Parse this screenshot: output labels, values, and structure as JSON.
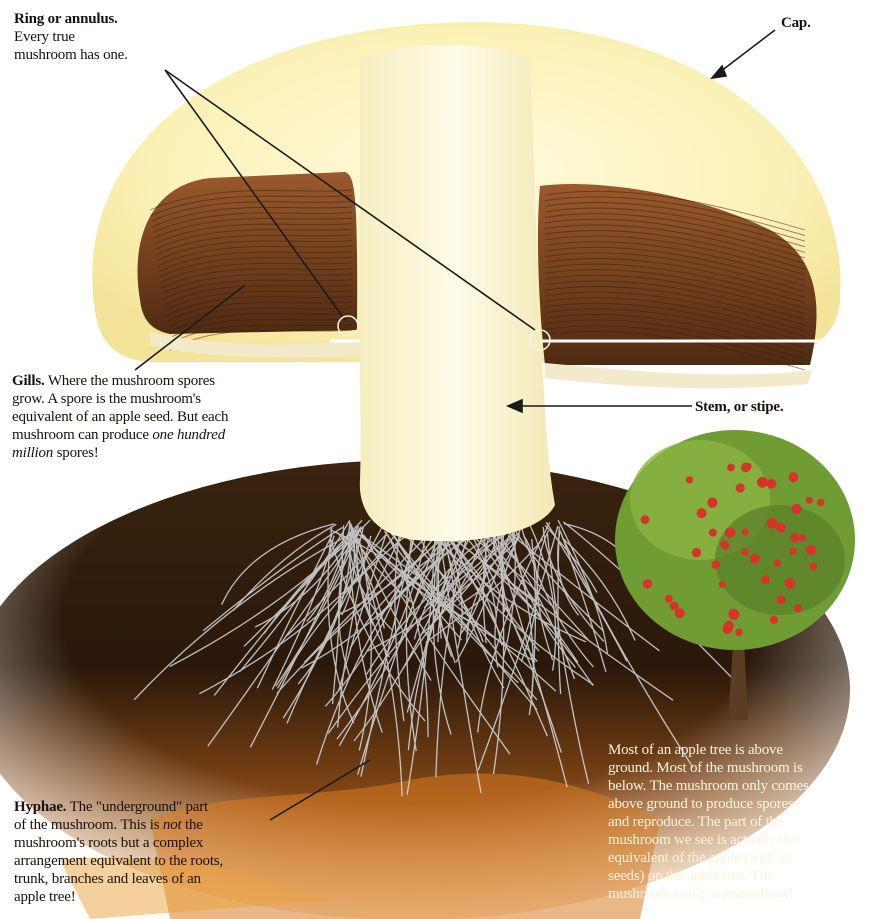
{
  "labels": {
    "ring": {
      "title": "Ring or annulus.",
      "lines": [
        "Every true",
        "mushroom has one."
      ]
    },
    "cap": {
      "title": "Cap."
    },
    "gills": {
      "title": "Gills.",
      "line1_rest": " Where the mushroom spores",
      "line2": "grow. A spore is the mushroom's",
      "line3": "equivalent of an apple seed. But each",
      "line4_a": "mushroom can produce ",
      "line4_i": "one hundred",
      "line5_i": "million",
      "line5_rest": " spores!"
    },
    "stem": {
      "title": "Stem, or stipe."
    },
    "hyphae": {
      "title": "Hyphae.",
      "line1_rest": " The \"underground\" part",
      "line2_a": "of the mushroom. This is ",
      "line2_i": "not",
      "line2_b": " the",
      "line3": "mushroom's roots but a complex",
      "line4": "arrangement equivalent to the roots,",
      "line5": "trunk, branches and leaves of an",
      "line6": "apple tree!"
    },
    "apple": {
      "lines": [
        "Most of an apple tree is above",
        "ground. Most of the mushroom is",
        "below. The mushroom only comes",
        "above ground to produce spores,",
        "and reproduce. The part of the",
        "mushroom we see is actually the",
        "equivalent of the apple (with its",
        "seeds) on the apple tree. The",
        "mushroom really is marvellous!"
      ]
    }
  },
  "colors": {
    "cap": "#fbf1b6",
    "stem": "#fdf8dc",
    "gills": "#7a4522",
    "soil_dark": "#2b1a0c",
    "soil_orange": "#c9651d",
    "hyphae": "#d8dde0",
    "tree_leaves": "#6f9d33",
    "apple": "#d8332a",
    "trunk": "#5a3d22",
    "pointer": "#1a1a1a"
  }
}
